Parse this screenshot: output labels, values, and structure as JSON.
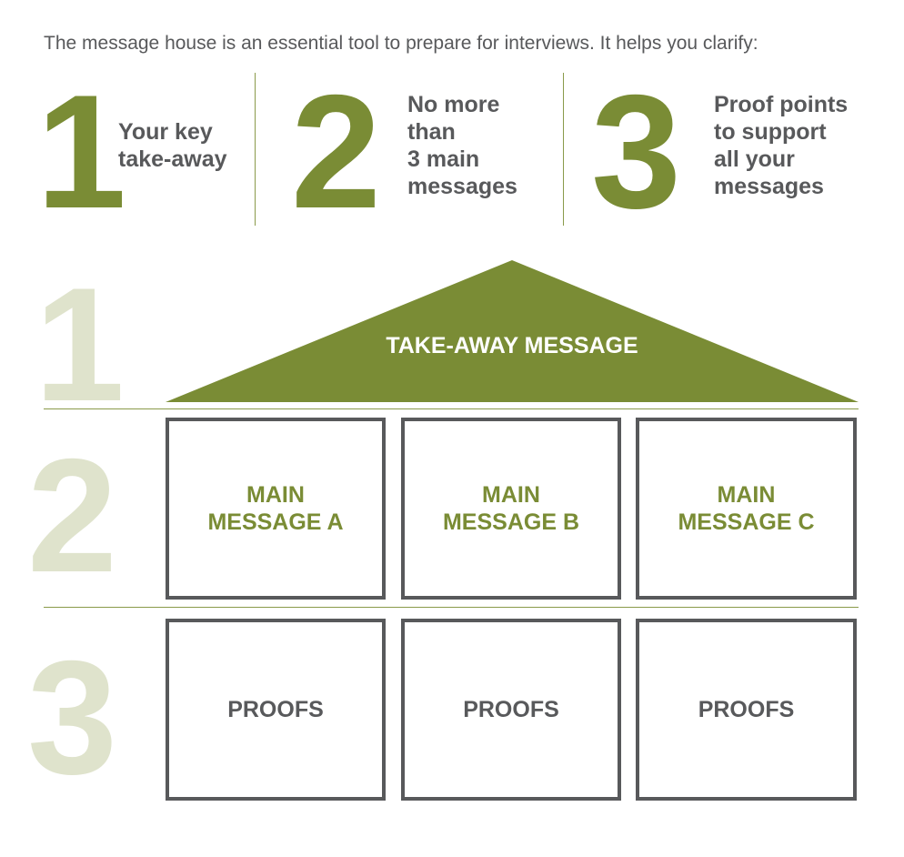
{
  "intro": "The message house is an essential tool to prepare for interviews. It helps you clarify:",
  "steps": [
    {
      "number": "1",
      "line1": "Your key",
      "line2": "take-away",
      "line3": "",
      "line4": ""
    },
    {
      "number": "2",
      "line1": "No more",
      "line2": "than",
      "line3": "3 main",
      "line4": "messages"
    },
    {
      "number": "3",
      "line1": "Proof points",
      "line2": "to support",
      "line3": "all your",
      "line4": "messages"
    }
  ],
  "levels": [
    "1",
    "2",
    "3"
  ],
  "roof": {
    "label": "TAKE-AWAY MESSAGE",
    "color": "#7a8c35"
  },
  "main_messages": [
    {
      "line1": "MAIN",
      "line2": "MESSAGE A"
    },
    {
      "line1": "MAIN",
      "line2": "MESSAGE B"
    },
    {
      "line1": "MAIN",
      "line2": "MESSAGE C"
    }
  ],
  "proofs": [
    "PROOFS",
    "PROOFS",
    "PROOFS"
  ],
  "colors": {
    "accent": "#7a8c35",
    "ghost": "#dfe3cc",
    "text": "#58595b"
  }
}
